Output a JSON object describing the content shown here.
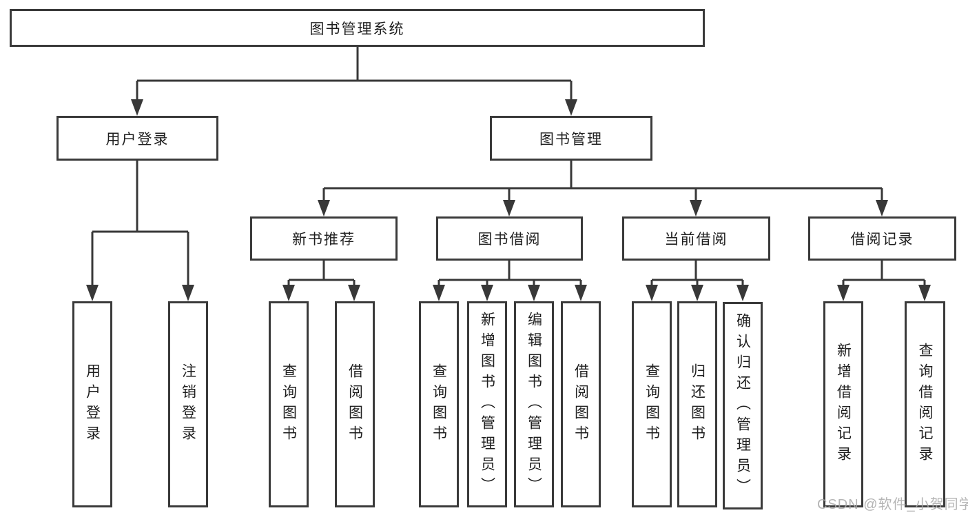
{
  "tree": {
    "root": {
      "label": "图书管理系统",
      "children": [
        {
          "label": "用户登录",
          "children": [
            {
              "label": "用户登录"
            },
            {
              "label": "注销登录"
            }
          ]
        },
        {
          "label": "图书管理",
          "children": [
            {
              "label": "新书推荐",
              "children": [
                {
                  "label": "查询图书"
                },
                {
                  "label": "借阅图书"
                }
              ]
            },
            {
              "label": "图书借阅",
              "children": [
                {
                  "label": "查询图书"
                },
                {
                  "label": "新增图书（管理员）"
                },
                {
                  "label": "编辑图书（管理员）"
                },
                {
                  "label": "借阅图书"
                }
              ]
            },
            {
              "label": "当前借阅",
              "children": [
                {
                  "label": "查询图书"
                },
                {
                  "label": "归还图书"
                },
                {
                  "label": "确认归还（管理员）"
                }
              ]
            },
            {
              "label": "借阅记录",
              "children": [
                {
                  "label": "新增借阅记录"
                },
                {
                  "label": "查询借阅记录"
                }
              ]
            }
          ]
        }
      ]
    }
  },
  "watermark": {
    "text": "CSDN @软件_小贺同学"
  },
  "colors": {
    "box_border": "#3a3a3a",
    "connector": "#383838",
    "text": "#1f1f1f",
    "background": "#ffffff",
    "watermark": "#a9a9a9"
  }
}
